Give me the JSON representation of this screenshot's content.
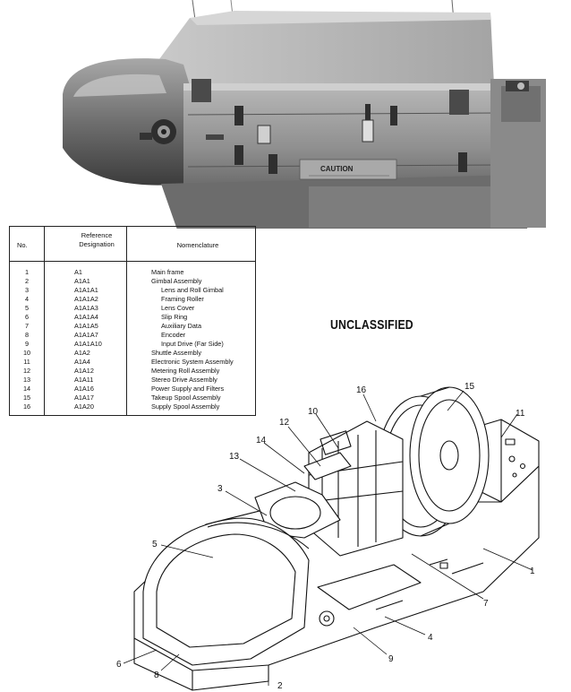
{
  "table": {
    "header_no": "No.",
    "header_ref_line1": "Reference",
    "header_ref_line2": "Designation",
    "header_nomenclature": "Nomenclature",
    "rows": [
      {
        "no": "1",
        "ref": "A1",
        "name": "Main frame"
      },
      {
        "no": "2",
        "ref": "A1A1",
        "name": "Gimbal Assembly"
      },
      {
        "no": "3",
        "ref": "A1A1A1",
        "name": "Lens and Roll Gimbal"
      },
      {
        "no": "4",
        "ref": "A1A1A2",
        "name": "Framing Roller"
      },
      {
        "no": "5",
        "ref": "A1A1A3",
        "name": "Lens Cover"
      },
      {
        "no": "6",
        "ref": "A1A1A4",
        "name": "Slip Ring"
      },
      {
        "no": "7",
        "ref": "A1A1A5",
        "name": "Auxiliary Data"
      },
      {
        "no": "8",
        "ref": "A1A1A7",
        "name": "Encoder"
      },
      {
        "no": "9",
        "ref": "A1A1A10",
        "name": "Input Drive (Far Side)"
      },
      {
        "no": "10",
        "ref": "A1A2",
        "name": "Shuttle Assembly"
      },
      {
        "no": "11",
        "ref": "A1A4",
        "name": "Electronic System Assembly"
      },
      {
        "no": "12",
        "ref": "A1A12",
        "name": "Metering Roll Assembly"
      },
      {
        "no": "13",
        "ref": "A1A11",
        "name": "Stereo Drive Assembly"
      },
      {
        "no": "14",
        "ref": "A1A16",
        "name": "Power Supply and Filters"
      },
      {
        "no": "15",
        "ref": "A1A17",
        "name": "Takeup Spool Assembly"
      },
      {
        "no": "16",
        "ref": "A1A20",
        "name": "Supply Spool Assembly"
      }
    ]
  },
  "classification": "UNCLASSIFIED",
  "photo": {
    "plate_text": "CAUTION"
  },
  "callouts": {
    "c1": "1",
    "c2": "2",
    "c3": "3",
    "c4": "4",
    "c5": "5",
    "c6": "6",
    "c7": "7",
    "c8": "8",
    "c9": "9",
    "c10": "10",
    "c11": "11",
    "c12": "12",
    "c13": "13",
    "c14": "14",
    "c15": "15",
    "c16": "16"
  }
}
